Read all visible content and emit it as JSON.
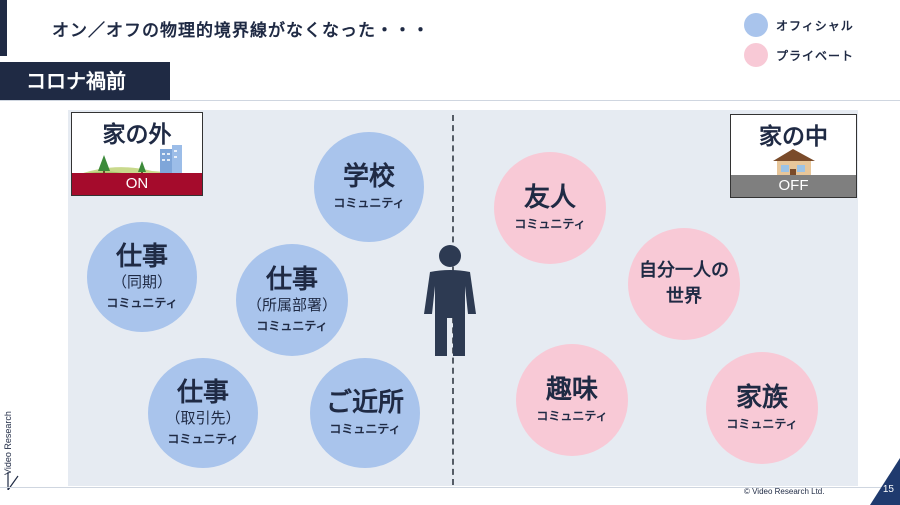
{
  "slide": {
    "headline": "オン／オフの物理的境界線がなくなった・・・",
    "section_label": "コロナ禍前",
    "page_number": "15",
    "copyright": "© Video Research Ltd.",
    "side_logo_text": "Video Research"
  },
  "legend": [
    {
      "label": "オフィシャル",
      "color": "#a9c4ec"
    },
    {
      "label": "プライベート",
      "color": "#f8c9d6"
    }
  ],
  "signs": {
    "outside": {
      "title": "家の外",
      "bar_text": "ON",
      "bar_color": "#a50b2c"
    },
    "inside": {
      "title": "家の中",
      "bar_text": "OFF",
      "bar_color": "#7f7f7f"
    }
  },
  "communities": {
    "school": {
      "title": "学校",
      "sub": "コミュニティ"
    },
    "work_peers": {
      "title": "仕事",
      "paren": "（同期）",
      "sub": "コミュニティ"
    },
    "work_dept": {
      "title": "仕事",
      "paren": "（所属部署）",
      "sub": "コミュニティ"
    },
    "work_clients": {
      "title": "仕事",
      "paren": "（取引先）",
      "sub": "コミュニティ"
    },
    "neighborhood": {
      "title": "ご近所",
      "sub": "コミュニティ"
    },
    "friends": {
      "title": "友人",
      "sub": "コミュニティ"
    },
    "alone": {
      "line1": "自分一人の",
      "line2": "世界"
    },
    "hobby": {
      "title": "趣味",
      "sub": "コミュニティ"
    },
    "family": {
      "title": "家族",
      "sub": "コミュニティ"
    }
  }
}
